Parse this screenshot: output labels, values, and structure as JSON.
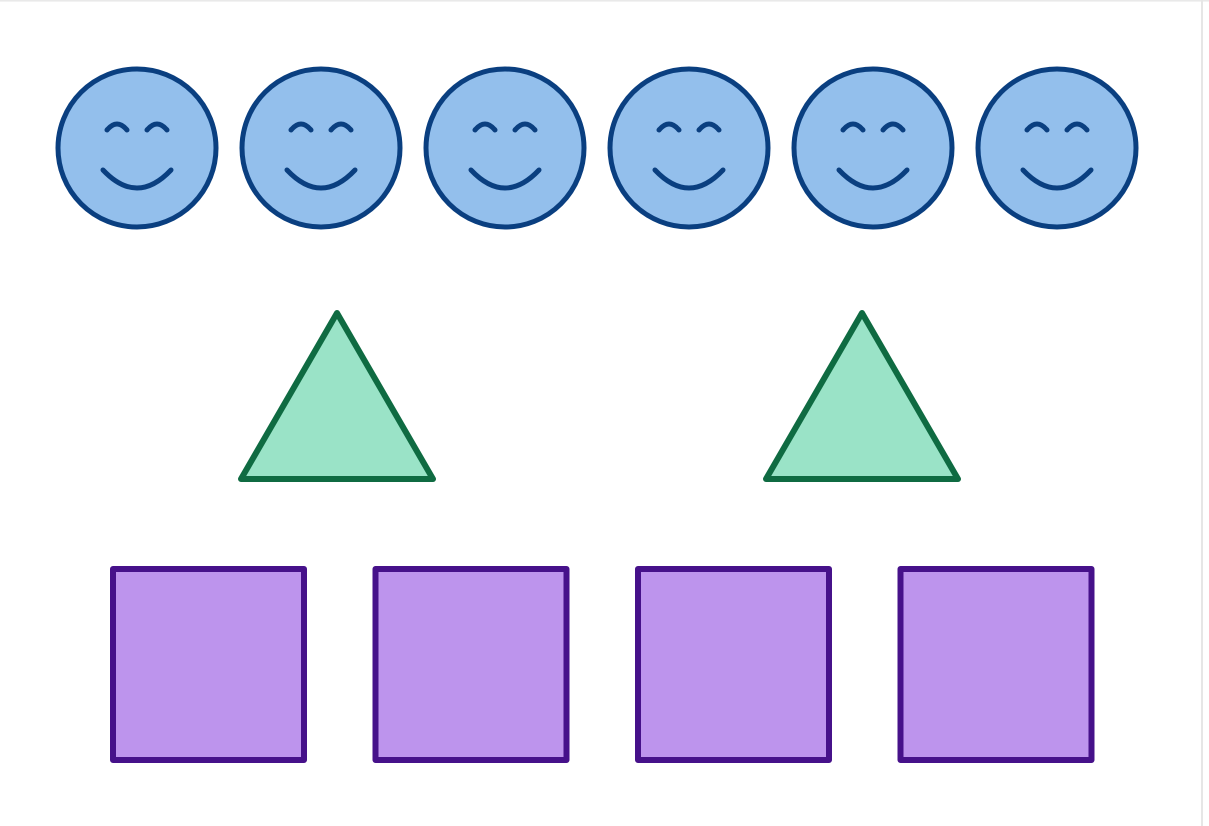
{
  "colors": {
    "background": "#ffffff",
    "face_fill": "#93bfec",
    "face_stroke": "#0a3f80",
    "triangle_fill": "#9ae3c7",
    "triangle_stroke": "#0f6b42",
    "square_fill": "#bd94ed",
    "square_stroke": "#46118a"
  },
  "rows": [
    {
      "shape": "smiley-face",
      "count": 6
    },
    {
      "shape": "triangle",
      "count": 2
    },
    {
      "shape": "square",
      "count": 4
    }
  ]
}
